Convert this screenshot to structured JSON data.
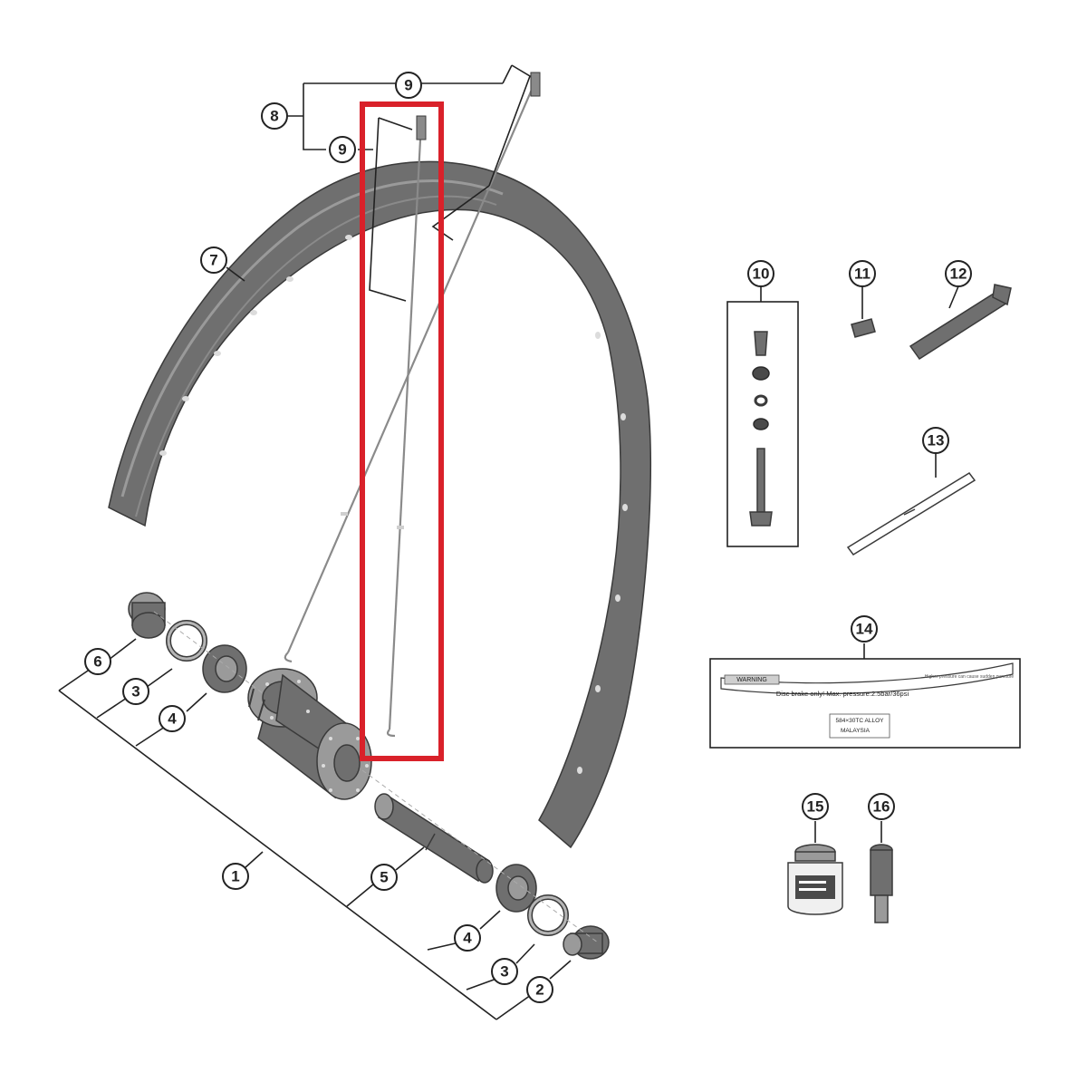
{
  "colors": {
    "highlight": "#d9212a",
    "outline": "#222222",
    "part_fill": "#6f6f6f"
  },
  "callouts": {
    "c1": "1",
    "c2": "2",
    "c3a": "3",
    "c3b": "3",
    "c4a": "4",
    "c4b": "4",
    "c5": "5",
    "c6": "6",
    "c7": "7",
    "c8": "8",
    "c9a": "9",
    "c9b": "9",
    "c10": "10",
    "c11": "11",
    "c12": "12",
    "c13": "13",
    "c14": "14",
    "c15": "15",
    "c16": "16"
  },
  "rim_label": {
    "warning": "WARNING",
    "line1": "Disc brake only!  Max. pressure:2.5bar/36psi",
    "line2": "Higher pressure can cause sudden puncture",
    "size_line": "584×30TC ALLOY",
    "origin_line": "MALAYSIA"
  },
  "highlight_box": {
    "label": "highlighted-spoke-part"
  }
}
